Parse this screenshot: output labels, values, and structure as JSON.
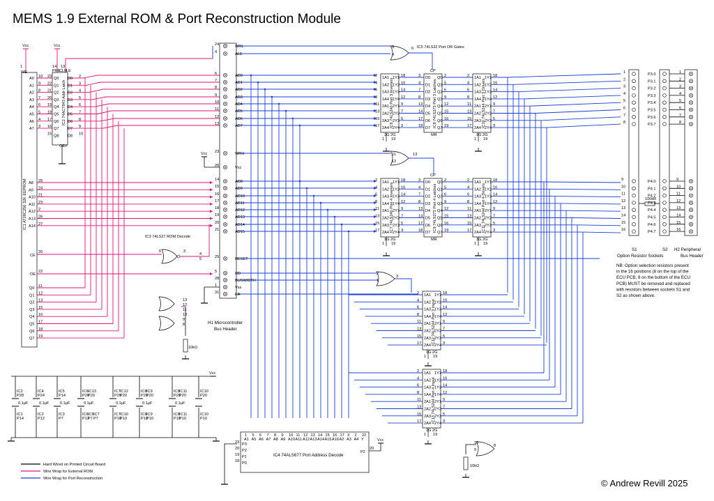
{
  "title": "MEMS 1.9 External ROM & Port Reconstruction Module",
  "copyright": "© Andrew Revill 2025",
  "colors": {
    "blue": "#1a3cd8",
    "pink": "#e0107a",
    "black": "#000000"
  },
  "vcc": "Vcc",
  "chips": {
    "ic1": {
      "label": "IC1 AT28C256 32K EEPROM",
      "we": "WE",
      "ce": "CE",
      "oe": "OE",
      "addr": [
        "A0",
        "A1",
        "A2",
        "A3",
        "A4",
        "A5",
        "A6",
        "A7"
      ],
      "addr_hi": [
        "A8",
        "A9",
        "A10",
        "A11",
        "A12",
        "A13",
        "A14"
      ],
      "addr_pins": [
        "10",
        "9",
        "8",
        "7",
        "6",
        "5",
        "4",
        "3"
      ],
      "addr_hi_pins": [
        "25",
        "24",
        "21",
        "23",
        "2",
        "26",
        "27"
      ],
      "q": [
        "Q0",
        "Q1",
        "Q2",
        "Q3",
        "Q4",
        "Q5",
        "Q6",
        "Q7"
      ],
      "q_pins": [
        "11",
        "12",
        "13",
        "15",
        "16",
        "17",
        "18",
        "19"
      ],
      "ce_pin": "20",
      "oe_pin": "22",
      "we_pin": "1"
    },
    "ic2": {
      "label": "IC2 74ACT843 Addr Latch",
      "top": [
        "PRE",
        "CLR",
        "LE"
      ],
      "top_pins": [
        "14",
        "13"
      ],
      "d": [
        "D0",
        "D1",
        "D2",
        "D3",
        "D4",
        "D5",
        "D6",
        "D7",
        "D8"
      ],
      "q": [
        "Q0",
        "Q1",
        "Q2",
        "Q3",
        "Q4",
        "Q5",
        "Q6",
        "Q7",
        "Q8"
      ],
      "d_pins": [
        "2",
        "3",
        "4",
        "5",
        "6",
        "7",
        "8",
        "9",
        "10"
      ],
      "q_pins": [
        "23",
        "22",
        "21",
        "20",
        "19",
        "18",
        "17",
        "16",
        "15"
      ],
      "oe": "OE#",
      "oe_pin": "1"
    },
    "ic3": {
      "label": "IC3 74LS27 ROM Decode",
      "pins": [
        "6",
        "3",
        "4",
        "5",
        "1",
        "2",
        "13",
        "12",
        "11",
        "10",
        "9",
        "8"
      ]
    },
    "ic4": {
      "label": "IC4 74ALS677 Port Address Decode",
      "bottom": [
        "A1",
        "A5",
        "A6",
        "A7",
        "A8",
        "A9",
        "A10",
        "A11",
        "A12",
        "A13",
        "A14",
        "A15",
        "A16",
        "A2",
        "A3",
        "A4",
        "Y"
      ],
      "bottom_pins": [
        "1",
        "5",
        "6",
        "7",
        "8",
        "9",
        "10",
        "11",
        "12",
        "13",
        "14",
        "15",
        "16",
        "17",
        "3",
        "2",
        "22"
      ],
      "left": [
        "P3",
        "P2",
        "P1",
        "P0"
      ],
      "left_pins": [
        "23",
        "20",
        "19",
        "18"
      ],
      "right": "P2",
      "right_pin": "20"
    },
    "ic5": {
      "label": "IC5 74LS32 Port OR Gates",
      "pins": [
        "5",
        "4",
        "6",
        "11",
        "12",
        "13",
        "2",
        "1",
        "3",
        "10",
        "9",
        "8"
      ]
    },
    "ic6": {
      "label": "IC6 74LS240 Port 3 Inverters"
    },
    "ic7": {
      "label": "IC7 74LS240 Port 4 Inverters"
    },
    "ic8": {
      "label": "IC8 74LS273 Port 3 Latches",
      "cp": "CP",
      "mr": "MR"
    },
    "ic9": {
      "label": "IC9 74LS273 Port 4 Latches",
      "cp": "CP",
      "mr": "MR"
    },
    "ic10": {
      "label": "IC10 74LS244 Port 3 Drivers"
    },
    "ic11": {
      "label": "IC11 74LS244 Port 4 Drivers"
    },
    "ic12": {
      "label": "IC12 74LS244 Port 3 Input"
    },
    "ic13": {
      "label": "IC13 74LS244 Port 4 Input"
    },
    "buf_pins_a": [
      "1A1",
      "1A2",
      "1A3",
      "1A4",
      "2A1",
      "2A2",
      "2A3",
      "2A4"
    ],
    "buf_pins_y": [
      "1Y1",
      "1Y2",
      "1Y3",
      "1Y4",
      "2Y1",
      "2Y2",
      "2Y3",
      "2Y4"
    ],
    "buf_nums_a": [
      "2",
      "4",
      "6",
      "8",
      "11",
      "13",
      "15",
      "17"
    ],
    "buf_nums_y": [
      "18",
      "16",
      "14",
      "12",
      "9",
      "7",
      "5",
      "3"
    ],
    "latch_d": [
      "D0",
      "D1",
      "D2",
      "D3",
      "D4",
      "D5",
      "D6",
      "D7"
    ],
    "latch_q": [
      "Q0",
      "Q1",
      "Q2",
      "Q3",
      "Q4",
      "Q5",
      "Q6",
      "Q7"
    ],
    "latch_d_nums": [
      "3",
      "4",
      "7",
      "8",
      "13",
      "14",
      "17",
      "18"
    ],
    "latch_q_nums": [
      "2",
      "5",
      "6",
      "9",
      "12",
      "15",
      "16",
      "19"
    ],
    "g": [
      "1G",
      "2G"
    ],
    "g_pins": [
      "1",
      "19"
    ]
  },
  "header_h1": {
    "label": "H1 Microcontroller Bus Header",
    "rows": [
      {
        "pin": "24",
        "sig": "WRL"
      },
      {
        "pin": "4",
        "sig": "ALE"
      },
      {
        "pin": "6",
        "sig": "AD0"
      },
      {
        "pin": "7",
        "sig": "AD1"
      },
      {
        "pin": "8",
        "sig": "AD2"
      },
      {
        "pin": "9",
        "sig": "AD3"
      },
      {
        "pin": "10",
        "sig": "AD4"
      },
      {
        "pin": "11",
        "sig": "AD5"
      },
      {
        "pin": "12",
        "sig": "AD6"
      },
      {
        "pin": "13",
        "sig": "AD7"
      },
      {
        "pin": "23",
        "sig": "WRH"
      },
      {
        "pin": "26",
        "sig": "Vcc"
      },
      {
        "pin": "14",
        "sig": "AD8"
      },
      {
        "pin": "15",
        "sig": "AD9"
      },
      {
        "pin": "16",
        "sig": "AD10"
      },
      {
        "pin": "17",
        "sig": "AD11"
      },
      {
        "pin": "18",
        "sig": "AD12"
      },
      {
        "pin": "19",
        "sig": "AD13"
      },
      {
        "pin": "20",
        "sig": "AD14"
      },
      {
        "pin": "21",
        "sig": "AD15"
      },
      {
        "pin": "25",
        "sig": "RESET"
      },
      {
        "pin": "5",
        "sig": "RD"
      },
      {
        "pin": "28",
        "sig": "BUSWIDTH"
      },
      {
        "pin": "1",
        "sig": "Vss"
      },
      {
        "pin": "31",
        "sig": "EA"
      }
    ]
  },
  "sockets": {
    "s1": "S1\nOption Resistor Sockets",
    "s1_label": "S1",
    "s1_sub": "Option Resistor Sockets",
    "s2_label": "S2",
    "h2_label": "H2 Peripheral",
    "h2_sub": "Bus Header",
    "p3": [
      "P3.0",
      "P3.1",
      "P3.2",
      "P3.3",
      "P3.4",
      "P3.5",
      "P3.6",
      "P3.7"
    ],
    "p4": [
      "P4.0",
      "P4.1",
      "P4.2",
      "P4.3",
      "P4.4",
      "P4.5",
      "P4.6",
      "P4.7"
    ],
    "nums_top": [
      "1",
      "2",
      "3",
      "4",
      "5",
      "6",
      "7",
      "8"
    ],
    "nums_bot": [
      "9",
      "10",
      "11",
      "12",
      "13",
      "14",
      "15",
      "16"
    ],
    "resistor": "100kR"
  },
  "note": [
    "NB: Option selection resistors present",
    "in the 16 positions (8 on the top of the",
    "ECU PCB, 8 on the bottom of the ECU",
    "PCB) MUST be removed and replaced",
    "with resistors between sockets S1 and",
    "S2 as shown above."
  ],
  "pullup": "10kΩ",
  "pullup2": "10kΩ",
  "decoupling": {
    "cap": "0.1μF",
    "top_labels": [
      [
        "IC2",
        "P28"
      ],
      [
        "IC4",
        "P24"
      ],
      [
        "IC5",
        "P14"
      ],
      [
        "IC6",
        "IC13",
        "P20",
        "P20"
      ],
      [
        "IC7",
        "IC12",
        "P20",
        "P20"
      ],
      [
        "IC8",
        "IC9",
        "P20",
        "P20"
      ],
      [
        "IC8",
        "IC11",
        "P20",
        "P20"
      ],
      [
        "IC10",
        "P20"
      ]
    ],
    "bottom_labels": [
      [
        "IC1",
        "P14"
      ],
      [
        "IC2",
        "P12"
      ],
      [
        "IC3",
        "P7"
      ],
      [
        "IC6",
        "IC5",
        "IC7",
        "P12",
        "P7",
        "P7"
      ],
      [
        "IC7",
        "IC10",
        "P10",
        "P10"
      ],
      [
        "IC8",
        "IC9",
        "P10",
        "P10"
      ],
      [
        "IC8",
        "IC11",
        "P10",
        "P10"
      ],
      [
        "IC10",
        "P10"
      ]
    ]
  },
  "legend": [
    {
      "text": "Hard Wired on Printed Circuit Board",
      "color": "#000000"
    },
    {
      "text": "Wire Wrap for External ROM",
      "color": "#e0107a"
    },
    {
      "text": "Wire Wrap for Port Reconstruction",
      "color": "#1a3cd8"
    }
  ]
}
